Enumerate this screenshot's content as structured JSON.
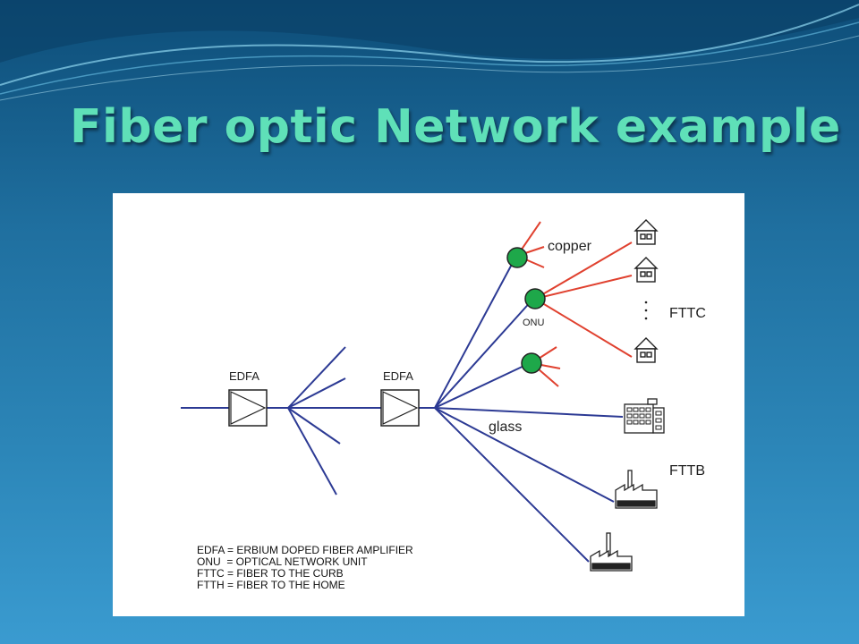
{
  "slide": {
    "title": "Fiber optic Network example"
  },
  "diagram": {
    "amplifier_labels": [
      "EDFA",
      "EDFA"
    ],
    "labels": {
      "copper": "copper",
      "onu": "ONU",
      "fttc": "FTTC",
      "glass": "glass",
      "fttb": "FTTB"
    },
    "legend": [
      "EDFA = ERBIUM DOPED FIBER AMPLIFIER",
      "ONU  = OPTICAL NETWORK UNIT",
      "FTTC = FIBER TO THE CURB",
      "FTTH = FIBER TO THE HOME"
    ],
    "colors": {
      "fiber": "#2c3a94",
      "copper": "#e0412f",
      "onu": "#1ea84a",
      "outline": "#222222"
    }
  }
}
